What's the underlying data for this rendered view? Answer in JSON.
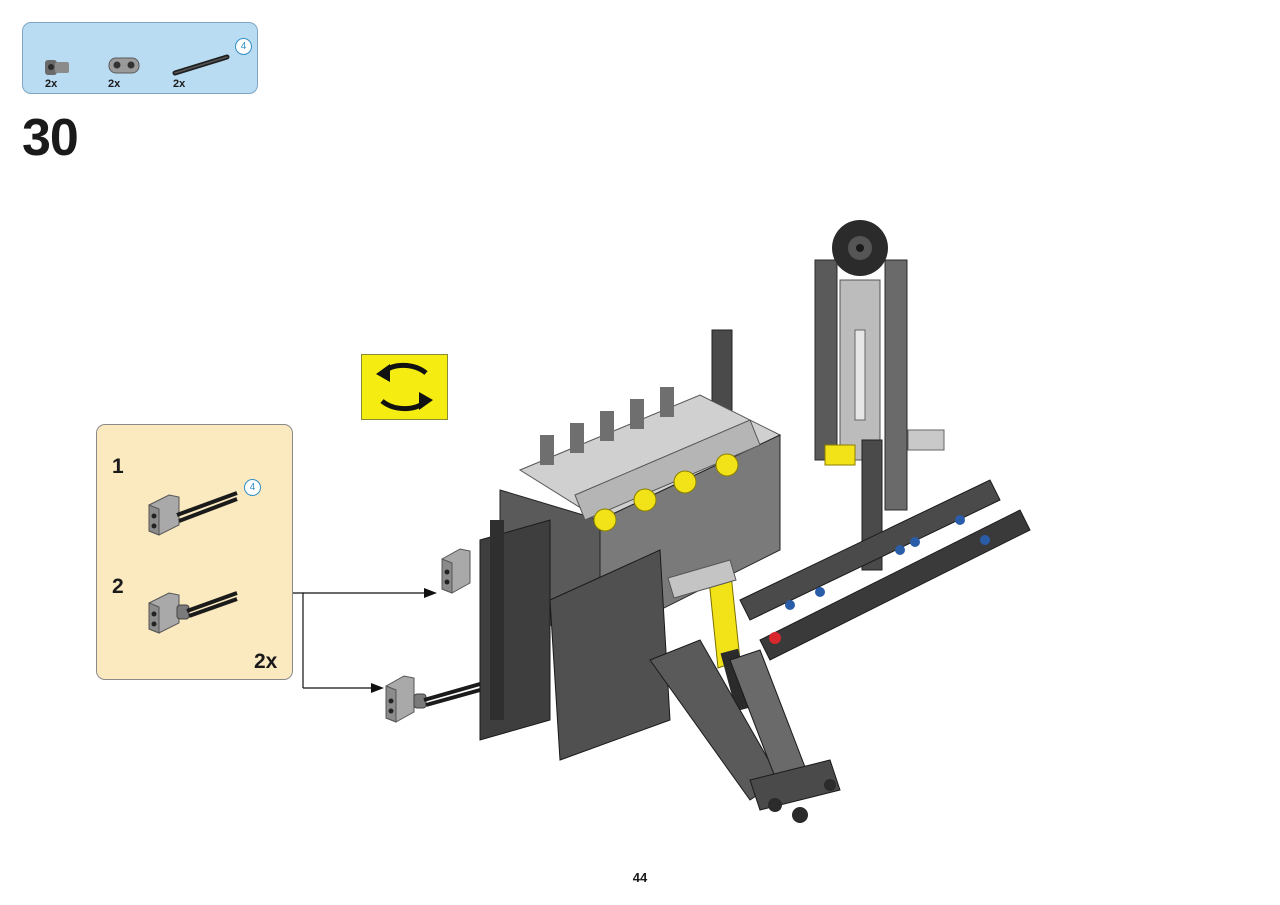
{
  "parts_list": {
    "items": [
      {
        "name": "axle-pin-connector",
        "qty": "2x"
      },
      {
        "name": "axle-connector-beam",
        "qty": "2x"
      },
      {
        "name": "axle",
        "qty": "2x",
        "length": "4"
      }
    ]
  },
  "step": {
    "number": "30"
  },
  "rotate_icon": "rotate-model-icon",
  "sub_assembly": {
    "steps": [
      {
        "number": "1",
        "length": "4"
      },
      {
        "number": "2"
      }
    ],
    "multiplier": "2x"
  },
  "page": {
    "number": "44"
  },
  "colors": {
    "parts_box_bg": "#b9dcf3",
    "sub_box_bg": "#fbe9c0",
    "rotate_bg": "#f5ec12",
    "accent_yellow": "#f2e318",
    "technic_blue": "#2a5da8",
    "arrow_red": "#d8272d"
  }
}
